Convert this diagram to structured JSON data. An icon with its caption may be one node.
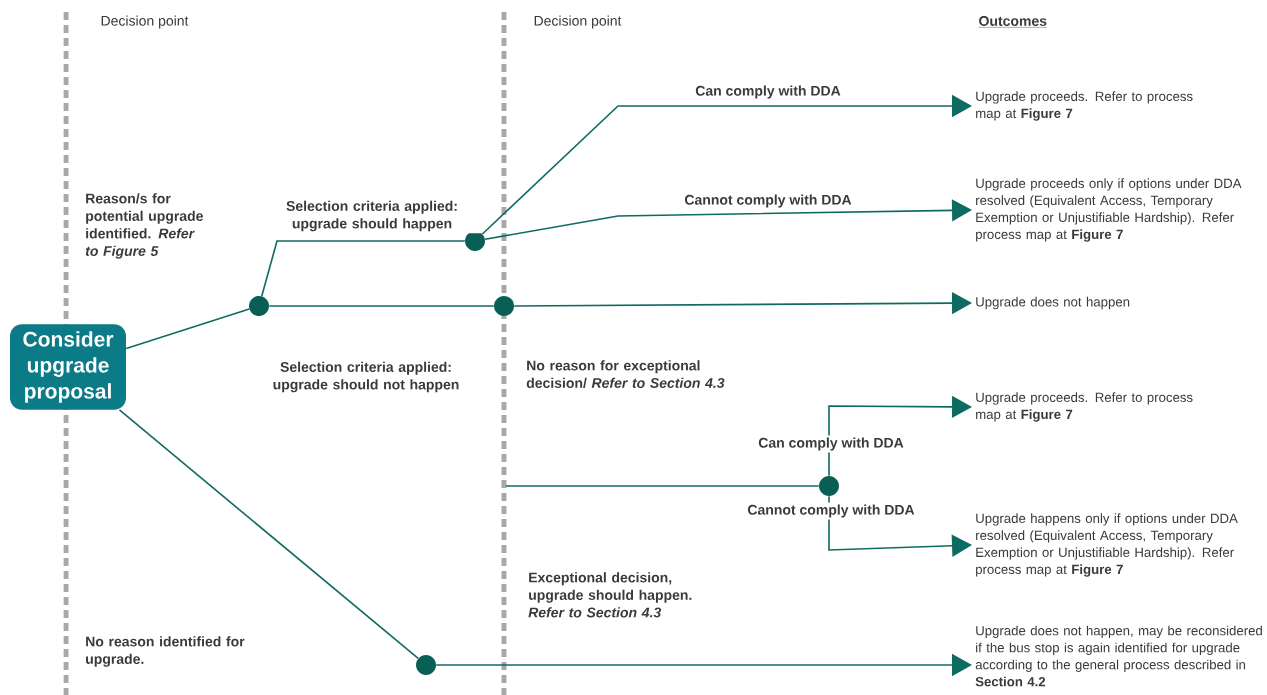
{
  "diagram": {
    "nodes": [
      {
        "text": [
          "Consider upgrade proposal"
        ]
      },
      {
        "text": [],
        "shape": "circle"
      },
      {
        "text": [],
        "shape": "circle"
      },
      {
        "text": [],
        "shape": "circle"
      },
      {
        "text": [],
        "shape": "circle"
      },
      {
        "text": [],
        "shape": "circle"
      },
      {
        "text": [
          "Upgrade proceeds. Refer to process map at **Figure 7**"
        ]
      },
      {
        "text": [
          "Upgrade proceeds only if options under DDA resolved (Equivalent Access, Temporary Exemption or Unjustifiable Hardship). Refer process map at **Figure 7**"
        ]
      },
      {
        "text": [
          "Upgrade does not happen"
        ]
      },
      {
        "text": [
          "Upgrade proceeds. Refer to process map at **Figure 7**"
        ]
      },
      {
        "text": [
          "Upgrade happens only if options under DDA resolved (Equivalent Access, Temporary Exemption or Unjustifiable Hardship). Refer process map at **Figure 7**"
        ]
      },
      {
        "text": [
          "Upgrade does not happen, may be reconsidered if the bus stop is again identified for upgrade according to the general process described in **Section 4.2**"
        ]
      }
    ],
    "edges": [
      {
        "from": 0,
        "to": 1,
        "arrow": "none"
      },
      {
        "from": 1,
        "to": 2,
        "arrow": "none",
        "label": "Selection criteria applied: upgrade should happen"
      },
      {
        "from": 1,
        "to": 3,
        "arrow": "none",
        "label": "Selection criteria applied: upgrade should not happen"
      },
      {
        "from": 2,
        "to": 6,
        "arrow": "to",
        "label": "Can comply with DDA"
      },
      {
        "from": 2,
        "to": 7,
        "arrow": "to",
        "label": "Cannot comply with DDA"
      },
      {
        "from": 3,
        "to": 8,
        "arrow": "to"
      },
      {
        "from": null,
        "to": 4,
        "arrow": "none"
      },
      {
        "from": 4,
        "to": 9,
        "arrow": "to",
        "label": "Can comply with DDA"
      },
      {
        "from": 4,
        "to": 10,
        "arrow": "to",
        "label": "Cannot comply with DDA"
      },
      {
        "from": 0,
        "to": 5,
        "arrow": "none"
      },
      {
        "from": 5,
        "to": 11,
        "arrow": "to",
        "label": "Exceptional decision, upgrade should happen. *Refer to Section 4.3*"
      }
    ],
    "labels": [
      "Decision point",
      "Decision point",
      "Outcomes",
      "Reason/s for potential upgrade identified. *Refer to Figure 5*",
      "No reason for exceptional decision/ *Refer to Section 4.3*",
      "No reason identified for upgrade."
    ]
  }
}
